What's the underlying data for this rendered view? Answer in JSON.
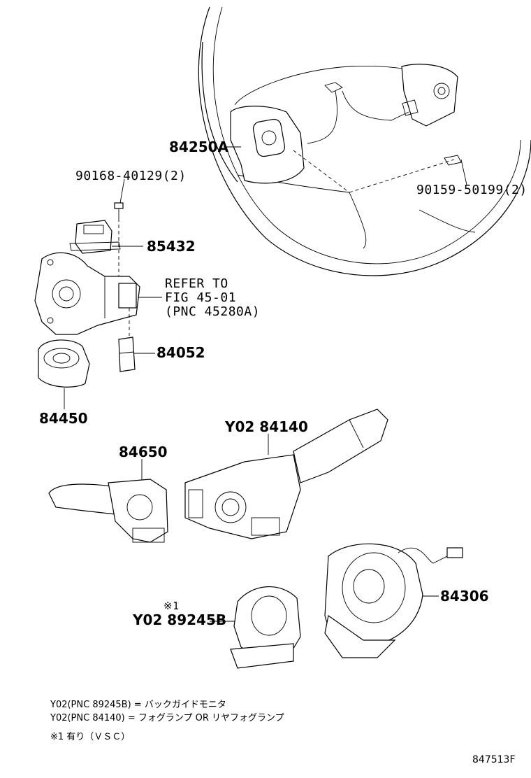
{
  "callouts": {
    "p84250A": "84250A",
    "p90168": "90168-40129(2)",
    "p90159": "90159-50199(2)",
    "p85432": "85432",
    "refer_line1": "REFER TO",
    "refer_line2": "FIG 45-01",
    "refer_line3": "(PNC 45280A)",
    "p84052": "84052",
    "p84450": "84450",
    "p84140": "Y02 84140",
    "p84650": "84650",
    "p84306": "84306",
    "mark1": "※1",
    "p89245B": "Y02 89245B"
  },
  "notes": {
    "line1": "Y02(PNC 89245B) = バックガイドモニタ",
    "line2": "Y02(PNC 84140) = フォグランプ OR リヤフォグランプ",
    "line3": "※1 有り（ＶＳＣ）"
  },
  "figure_id": "847513F"
}
